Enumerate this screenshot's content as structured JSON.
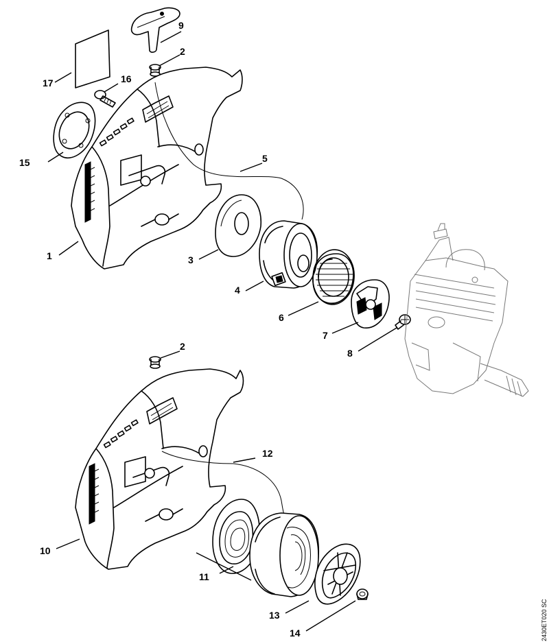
{
  "diagram": {
    "callouts": {
      "c1": "1",
      "c2a": "2",
      "c2b": "2",
      "c3": "3",
      "c4": "4",
      "c5": "5",
      "c6": "6",
      "c7": "7",
      "c8": "8",
      "c9": "9",
      "c10": "10",
      "c11": "11",
      "c12": "12",
      "c13": "13",
      "c14": "14",
      "c15": "15",
      "c16": "16",
      "c17": "17"
    },
    "drawing_code": "2430ET020 SC"
  }
}
